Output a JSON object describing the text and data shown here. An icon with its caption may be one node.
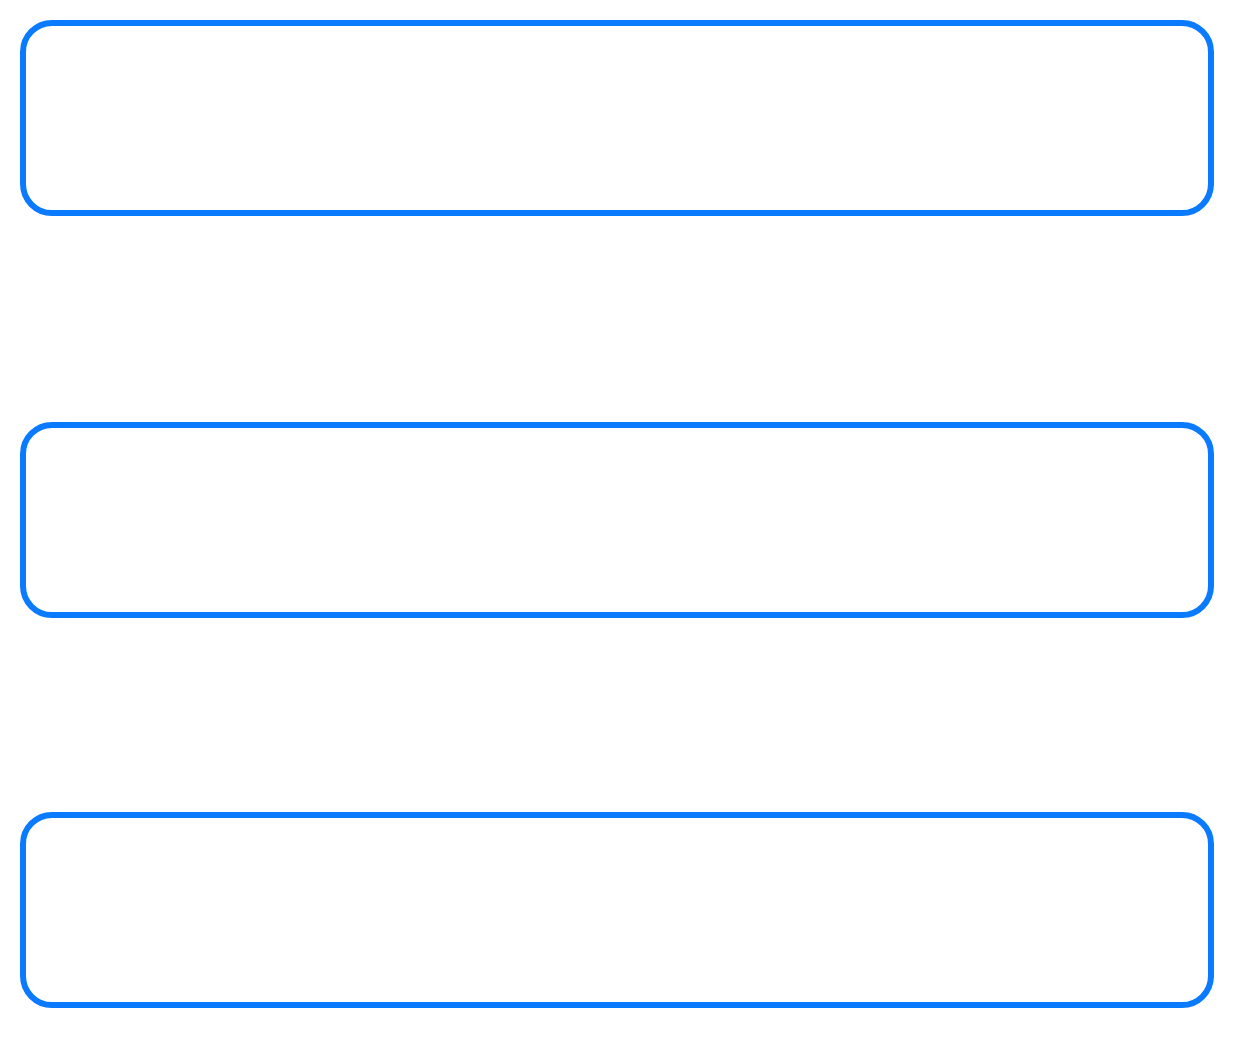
{
  "diagram": {
    "nodes": [
      {
        "text": [],
        "shape": "box"
      },
      {
        "text": [],
        "shape": "box"
      },
      {
        "text": [],
        "shape": "box"
      }
    ]
  }
}
